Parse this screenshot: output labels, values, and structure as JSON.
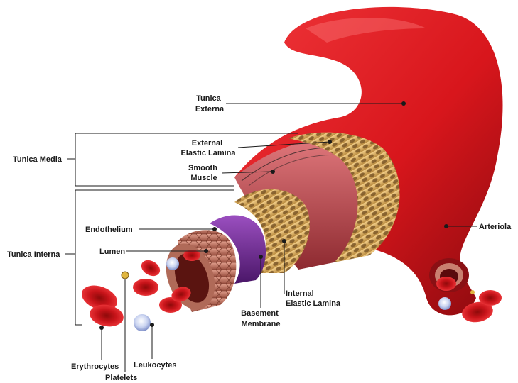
{
  "labels": {
    "tunica_externa": [
      "Tunica",
      "Externa"
    ],
    "external_elastic_lamina": [
      "External",
      "Elastic Lamina"
    ],
    "smooth_muscle": [
      "Smooth",
      "Muscle"
    ],
    "tunica_media": "Tunica Media",
    "endothelium": "Endothelium",
    "lumen": "Lumen",
    "tunica_interna": "Tunica Interna",
    "internal_elastic_lamina": [
      "Internal",
      "Elastic Lamina"
    ],
    "basement_membrane": [
      "Basement",
      "Membrane"
    ],
    "arteriola": "Arteriola",
    "erythrocytes": "Erythrocytes",
    "leukocytes": "Leukocytes",
    "platelets": "Platelets"
  },
  "colors": {
    "externa": "#d8161c",
    "externa_dark": "#9c0d12",
    "elastic_mesh": "#e2b464",
    "smooth_muscle": "#c24a50",
    "basement": "#6c2a8e",
    "endothelium": "#c98070",
    "erythrocyte": "#cc1a1a",
    "leukocyte": "#c8d2f0",
    "platelet": "#e0b640"
  }
}
